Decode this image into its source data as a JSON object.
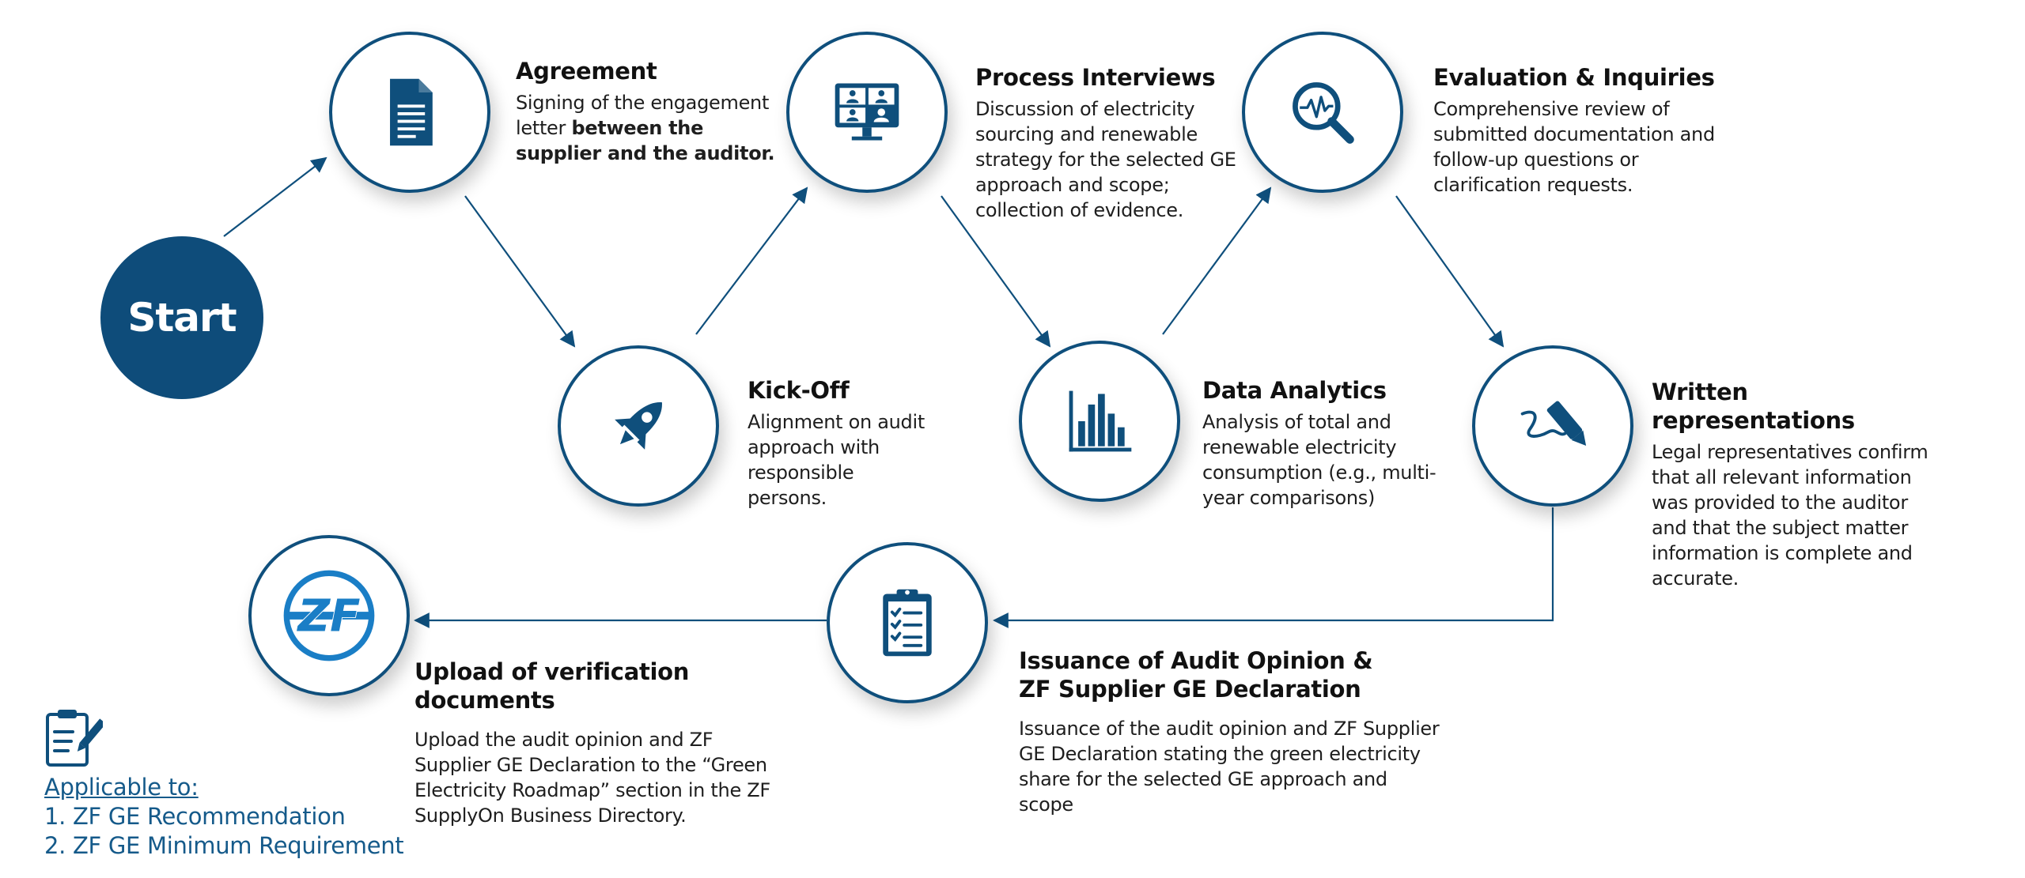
{
  "start": {
    "label": "Start"
  },
  "steps": {
    "agreement": {
      "title": "Agreement",
      "body_plain": "Signing of the engagement letter",
      "body_bold": "between the supplier and the auditor.",
      "icon": "document-icon"
    },
    "kickoff": {
      "title": "Kick-Off",
      "body": "Alignment on audit approach with responsible persons.",
      "icon": "rocket-icon"
    },
    "process_interviews": {
      "title": "Process Interviews",
      "body": "Discussion of electricity sourcing and renewable strategy for the selected GE approach and scope; collection of evidence.",
      "icon": "video-conference-icon"
    },
    "data_analytics": {
      "title": "Data Analytics",
      "body": "Analysis of total and renewable electricity consumption (e.g., multi-year comparisons)",
      "icon": "bar-chart-icon"
    },
    "evaluation": {
      "title": "Evaluation & Inquiries",
      "body": "Comprehensive review of submitted documentation and follow-up questions or clarification requests.",
      "icon": "magnifier-pulse-icon"
    },
    "written_representations": {
      "title": "Written representations",
      "body": "Legal representatives confirm that all relevant information was provided to the auditor and that the subject matter information is complete and accurate.",
      "icon": "pen-signature-icon"
    },
    "issuance": {
      "title_line1": "Issuance of Audit Opinion &",
      "title_line2": "ZF Supplier GE Declaration",
      "body": "Issuance of the audit opinion and ZF Supplier GE Declaration stating the green electricity share for the selected GE approach and scope",
      "icon": "clipboard-checklist-icon"
    },
    "upload": {
      "title": "Upload of verification documents",
      "body": "Upload the audit opinion and ZF Supplier GE Declaration to the “Green Electricity Roadmap” section in the ZF SupplyOn Business Directory.",
      "icon": "zf-logo"
    }
  },
  "applicable": {
    "heading": "Applicable to:",
    "items": [
      "1. ZF GE Recommendation",
      "2. ZF GE Minimum Requirement"
    ],
    "icon": "clipboard-pen-icon"
  },
  "logo": {
    "text": "ZF"
  },
  "colors": {
    "primary": "#0f4f7c",
    "accent_blue": "#1a7ec6",
    "link_blue": "#155a8a"
  }
}
